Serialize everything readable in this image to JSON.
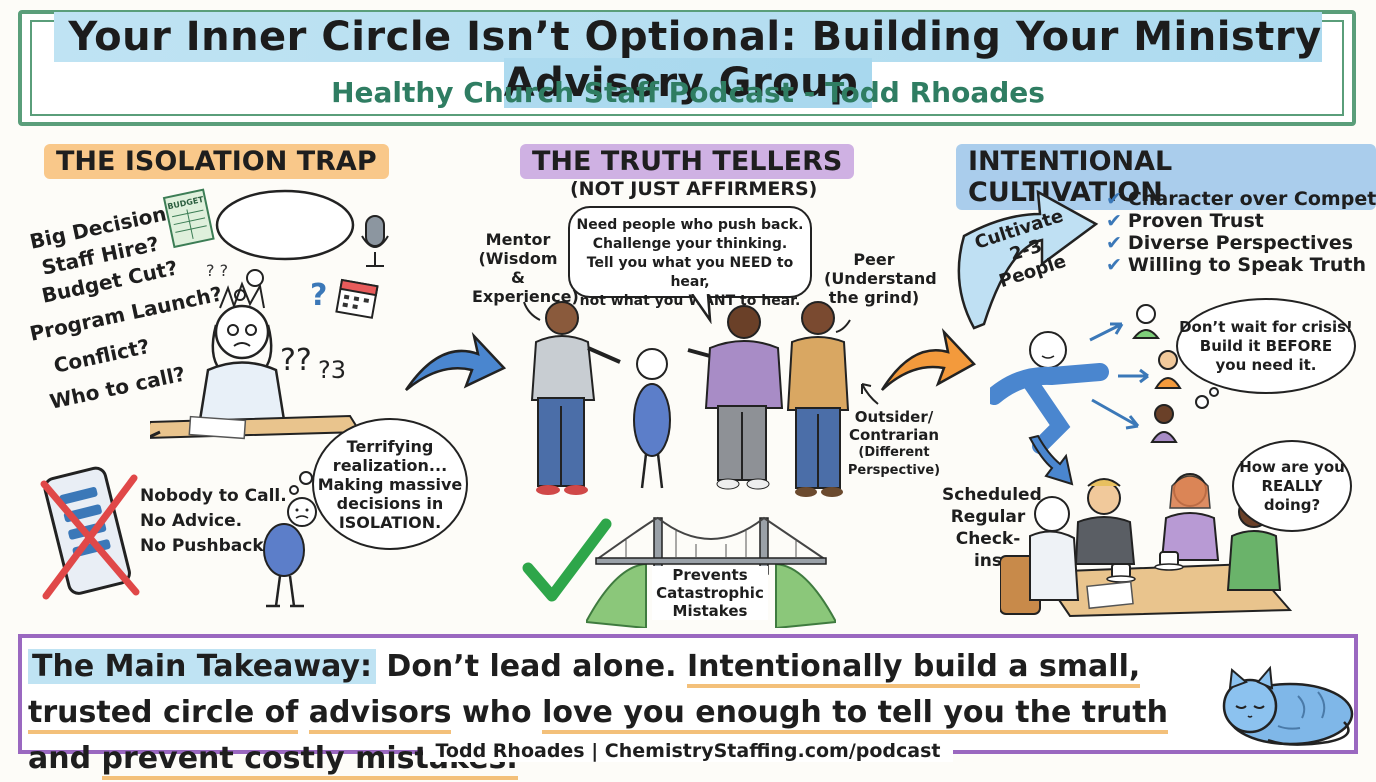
{
  "header": {
    "title": "Your Inner Circle Isn’t Optional: Building Your Ministry Advisory Group",
    "subtitle": "Healthy Church Staff Podcast - Todd Rhoades"
  },
  "isolation": {
    "heading": "THE ISOLATION TRAP",
    "questions": [
      "Big Decision?",
      "Staff Hire?",
      "Budget Cut?",
      "Program Launch?",
      "Conflict?",
      "Who to call?"
    ],
    "budget_label": "BUDGET",
    "no_help": [
      "Nobody to Call.",
      "No Advice.",
      "No Pushback."
    ],
    "realization": [
      "Terrifying",
      "realization...",
      "Making massive",
      "decisions in",
      "ISOLATION."
    ]
  },
  "truth": {
    "heading": "THE TRUTH TELLERS",
    "subheading": "(NOT JUST AFFIRMERS)",
    "speech": [
      "Need people who push back.",
      "Challenge your thinking.",
      "Tell you what you NEED to hear,",
      "not what you WANT to hear."
    ],
    "mentor": [
      "Mentor",
      "(Wisdom &",
      "Experience)"
    ],
    "peer": [
      "Peer",
      "(Understand",
      "the grind)"
    ],
    "outsider": [
      "Outsider/",
      "Contrarian",
      "(Different",
      "Perspective)"
    ],
    "bridge": [
      "Prevents",
      "Catastrophic",
      "Mistakes"
    ]
  },
  "cultivation": {
    "heading": "INTENTIONAL CULTIVATION",
    "arrow_text": [
      "Cultivate",
      "2-3 People"
    ],
    "checklist": [
      "Character over Competence",
      "Proven Trust",
      "Diverse Perspectives",
      "Willing to Speak Truth"
    ],
    "dont_wait": [
      "Don’t wait for crisis!",
      "Build it BEFORE",
      "you need it."
    ],
    "checkins": [
      "Scheduled",
      "Regular",
      "Check-ins"
    ],
    "how_are_you": [
      "How are you",
      "REALLY",
      "doing?"
    ]
  },
  "takeaway": {
    "label": "The Main Takeaway:",
    "t1": "Don’t lead alone.",
    "t2": "Intentionally build a small,",
    "t3": "trusted circle of",
    "t4": "advisors",
    "t5": "who",
    "t6": "love you enough to tell you the truth",
    "t7": "and",
    "t8": "prevent costly mistakes."
  },
  "footer": "Todd Rhoades | ChemistryStaffing.com/podcast",
  "colors": {
    "green": "#5a9e7a",
    "purple": "#9a68c0",
    "blue": "#3b78b8",
    "orange": "#f39a3c",
    "red": "#e04848"
  }
}
